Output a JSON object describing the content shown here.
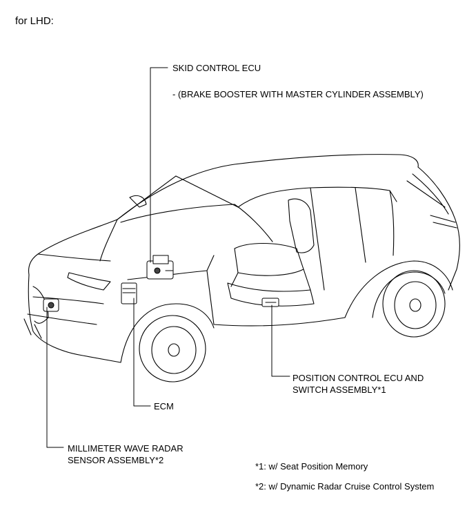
{
  "heading": "for LHD:",
  "labels": {
    "skid_control_ecu": "SKID CONTROL ECU",
    "brake_booster": "- (BRAKE BOOSTER WITH MASTER CYLINDER ASSEMBLY)",
    "position_control_line1": "POSITION CONTROL ECU AND",
    "position_control_line2": "SWITCH ASSEMBLY*1",
    "ecm": "ECM",
    "radar_line1": "MILLIMETER WAVE RADAR",
    "radar_line2": "SENSOR ASSEMBLY*2"
  },
  "notes": {
    "note1": "*1: w/ Seat Position Memory",
    "note2": "*2: w/ Dynamic Radar Cruise Control System"
  }
}
